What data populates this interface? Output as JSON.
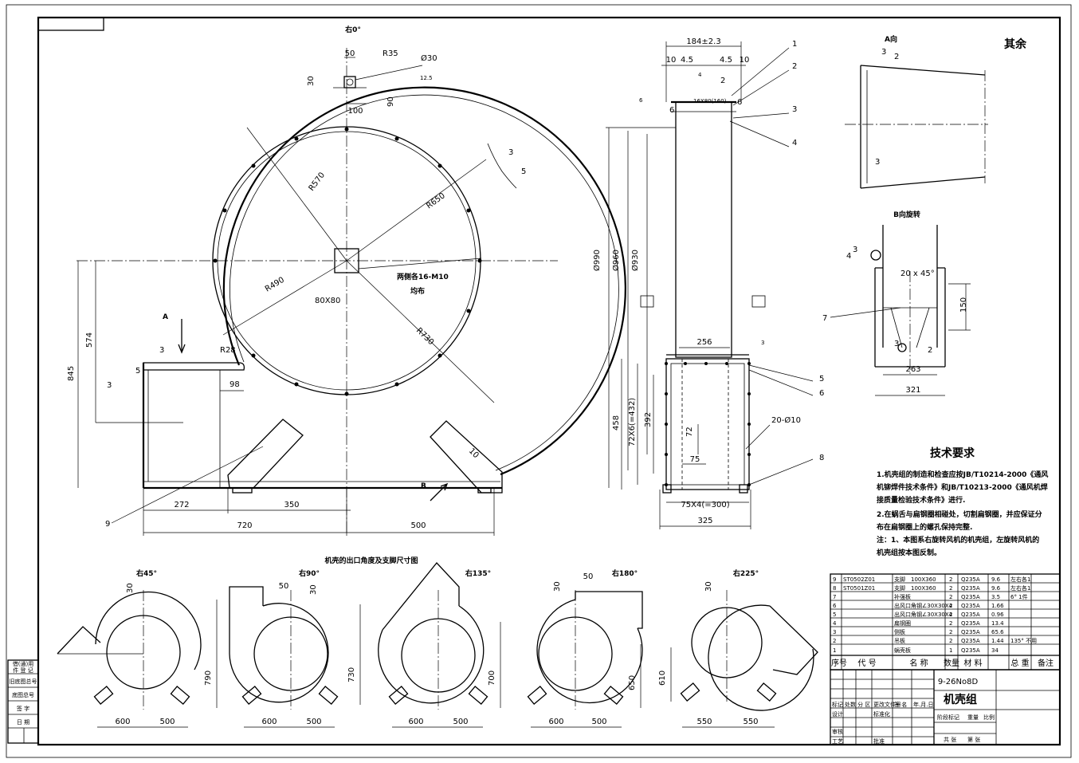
{
  "views": {
    "main_title": "右0°",
    "a_view": "A向",
    "b_view": "B向旋转",
    "other_finish": "其余",
    "outlet_title": "机壳的出口角度及支脚尺寸图",
    "arrow_a": "A",
    "arrow_b": "B"
  },
  "front_dims": {
    "d50": "50",
    "r35": "R35",
    "d30": "30",
    "phi30": "Ø30",
    "d100": "100",
    "d90": "90",
    "d12_5": "12.5",
    "r570": "R570",
    "r650": "R650",
    "r490": "R490",
    "r730": "R730",
    "r28": "R28",
    "bolts": "两侧各16-M10",
    "bolts2": "均布",
    "sq80": "80X80",
    "d574": "574",
    "d845": "845",
    "d98": "98",
    "d272": "272",
    "d350": "350",
    "d720": "720",
    "d500": "500",
    "d10": "10",
    "d5": "5",
    "w3": "3",
    "w5": "5"
  },
  "side_dims": {
    "d184": "184±2.3",
    "d10a": "10",
    "d4_5a": "4.5",
    "d4_5b": "4.5",
    "d10b": "10",
    "d4": "4",
    "d2": "2",
    "d6a": "6",
    "d6b": "6",
    "d6c": "6",
    "flange": "16X80(160)",
    "phi990": "Ø990",
    "phi960": "Ø960",
    "phi930": "Ø930",
    "d256": "256",
    "d458": "458",
    "d72x6": "72X6(=432)",
    "d392": "392",
    "d72": "72",
    "d75": "75",
    "d75x4": "75X4(=300)",
    "d325": "325",
    "holes": "20-Ø10",
    "d3": "3",
    "callouts": [
      "1",
      "2",
      "3",
      "4",
      "5",
      "6",
      "8"
    ]
  },
  "b_dims": {
    "chamfer": "20 x 45°",
    "d150": "150",
    "d263": "263",
    "d321": "321",
    "c3a": "3",
    "c3b": "3",
    "c2": "2",
    "c4": "4",
    "c7": "7"
  },
  "a_dims": {
    "c3a": "3",
    "c2": "2",
    "c3b": "3"
  },
  "callout_9": "9",
  "outlets": [
    {
      "angle": "右45°",
      "d30": "30",
      "h": "790",
      "w1": "600",
      "w2": "500"
    },
    {
      "angle": "右90°",
      "d50": "50",
      "d30": "30",
      "h": "730",
      "w1": "600",
      "w2": "500"
    },
    {
      "angle": "右135°",
      "h": "700",
      "w1": "600",
      "w2": "500"
    },
    {
      "angle": "右180°",
      "d50": "50",
      "d30": "30",
      "h": "650",
      "w1": "600",
      "w2": "500"
    },
    {
      "angle": "右225°",
      "d30": "30",
      "h": "610",
      "w1": "550",
      "w2": "550"
    }
  ],
  "tech": {
    "title": "技术要求",
    "lines": [
      "1.机壳组的制造和检查应按JB/T10214-2000《通风",
      "机铆焊件技术条件》和JB/T10213-2000《通风机焊",
      "接质量检验技术条件》进行.",
      "2.在蜗舌与扁钢圈相碰处，切割扁钢圈，并应保证分",
      "布在扁钢圈上的螺孔保持完整.",
      "注：1、本图系右旋转风机的机壳组，左旋转风机的",
      "机壳组按本图反制。"
    ]
  },
  "bom": {
    "rows": [
      [
        "9",
        "ST0502Z01",
        "支脚　100X360",
        "2",
        "Q235A",
        "9.6",
        "左右各1"
      ],
      [
        "8",
        "ST0501Z01",
        "支脚　100X360",
        "2",
        "Q235A",
        "9.6",
        "左右各1"
      ],
      [
        "7",
        "",
        "补强板",
        "2",
        "Q235A",
        "3.5",
        "6° 1件"
      ],
      [
        "6",
        "",
        "出风口角钢∠30X30X4",
        "2",
        "Q235A",
        "1.66",
        ""
      ],
      [
        "5",
        "",
        "出风口角钢∠30X30X4",
        "2",
        "Q235A",
        "0.96",
        ""
      ],
      [
        "4",
        "",
        "扁钢圈",
        "2",
        "Q235A",
        "13.4",
        ""
      ],
      [
        "3",
        "",
        "侧板",
        "2",
        "Q235A",
        "65.6",
        ""
      ],
      [
        "2",
        "",
        "吊板",
        "2",
        "Q235A",
        "1.44",
        "135° 不用"
      ],
      [
        "1",
        "",
        "蜗壳板",
        "1",
        "Q235A",
        "34",
        ""
      ]
    ],
    "headers": [
      "序号",
      "代 号",
      "名 称",
      "数量",
      "材 料",
      "总 重",
      "备注"
    ]
  },
  "title_block": {
    "model": "9-26No8D",
    "name": "机壳组",
    "labels": [
      "标记",
      "处数",
      "分 区",
      "更改文件号",
      "签 名",
      "年.月.日",
      "设计",
      "标准化",
      "审核",
      "工艺",
      "批准",
      "阶段标记",
      "重量",
      "比例",
      "共 张",
      "第 张"
    ]
  },
  "side_table": [
    "借(通)用",
    "件 登 记",
    "旧底图总号",
    "底图总号",
    "签 字",
    "日 期"
  ]
}
